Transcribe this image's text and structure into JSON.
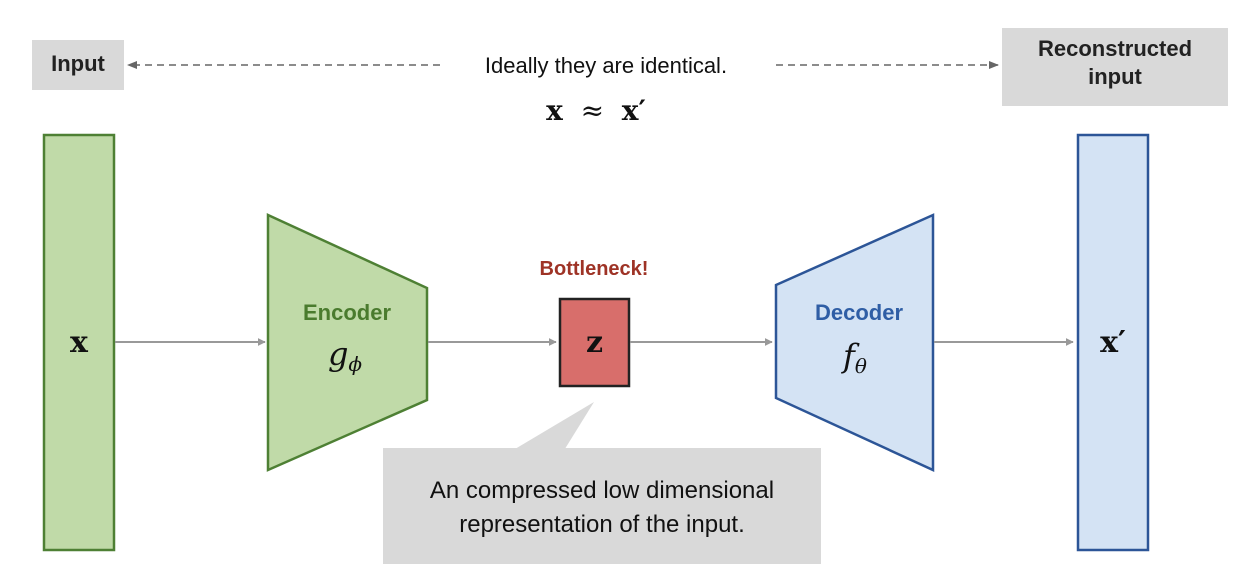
{
  "top": {
    "input_label": "Input",
    "reconstructed_label_line1": "Reconstructed",
    "reconstructed_label_line2": "input",
    "identical_note": "Ideally they are identical.",
    "formula": {
      "lhs": "x",
      "approx": "≈",
      "rhs": "x",
      "prime": "′"
    }
  },
  "input_vector": {
    "symbol": "x"
  },
  "encoder": {
    "label": "Encoder",
    "func": "g",
    "sub": "ϕ"
  },
  "bottleneck": {
    "label": "Bottleneck!",
    "symbol": "z"
  },
  "decoder": {
    "label": "Decoder",
    "func": "f",
    "sub": "θ"
  },
  "output_vector": {
    "symbol": "x",
    "prime": "′"
  },
  "callout": {
    "line1": "An compressed low dimensional",
    "line2": "representation of the input."
  },
  "colors": {
    "green_fill": "#c0daa8",
    "green_stroke": "#4e8034",
    "green_text": "#4a7b2e",
    "blue_fill": "#d4e3f4",
    "blue_stroke": "#2c5597",
    "blue_text": "#2f5ea5",
    "red_fill": "#d86e6b",
    "red_text": "#9e3326",
    "gray_box": "#d9d9d9",
    "arrow": "#999999"
  }
}
